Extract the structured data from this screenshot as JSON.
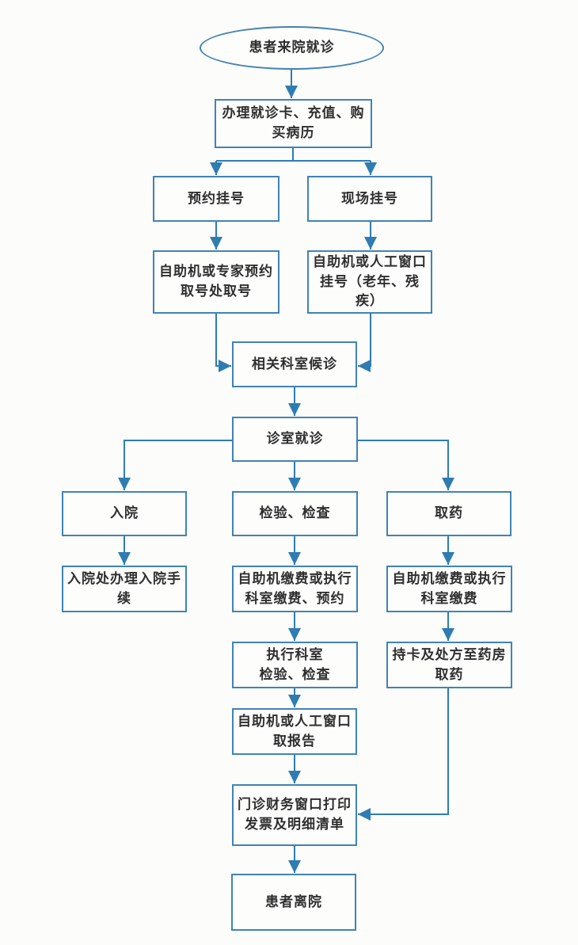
{
  "colors": {
    "connector": "#2f7cb1",
    "node_border": "#4183b3",
    "node_fill": "#fdfdfc",
    "text": "#2f2f2f",
    "background": "#fcfcfb"
  },
  "nodes": {
    "start": {
      "label": "患者来院就诊",
      "shape": "ellipse"
    },
    "register_card": {
      "label": "办理就诊卡、充值、购\n买病历",
      "shape": "rect"
    },
    "appointment_reg": {
      "label": "预约挂号",
      "shape": "rect"
    },
    "onsite_reg": {
      "label": "现场挂号",
      "shape": "rect"
    },
    "appointment_pickup": {
      "label": "自助机或专家预约\n取号处取号",
      "shape": "rect"
    },
    "onsite_window": {
      "label": "自助机或人工窗口\n挂号（老年、残\n疾）",
      "shape": "rect"
    },
    "dept_waiting": {
      "label": "相关科室候诊",
      "shape": "rect"
    },
    "consult": {
      "label": "诊室就诊",
      "shape": "rect"
    },
    "admission": {
      "label": "入院",
      "shape": "rect"
    },
    "tests": {
      "label": "检验、检查",
      "shape": "rect"
    },
    "pharmacy": {
      "label": "取药",
      "shape": "rect"
    },
    "admission_proc": {
      "label": "入院处办理入院手\n续",
      "shape": "rect"
    },
    "pay_tests": {
      "label": "自助机缴费或执行\n科室缴费、预约",
      "shape": "rect"
    },
    "pay_medicine": {
      "label": "自助机缴费或执行\n科室缴费",
      "shape": "rect"
    },
    "exec_dept": {
      "label": "执行科室\n检验、检查",
      "shape": "rect"
    },
    "medicine_pickup": {
      "label": "持卡及处方至药房\n取药",
      "shape": "rect"
    },
    "get_report": {
      "label": "自助机或人工窗口\n取报告",
      "shape": "rect"
    },
    "print_invoice": {
      "label": "门诊财务窗口打印\n发票及明细清单",
      "shape": "rect"
    },
    "leave": {
      "label": "患者离院",
      "shape": "rect"
    }
  },
  "edges": [
    {
      "from": "start",
      "to": "register_card"
    },
    {
      "from": "register_card",
      "to": "appointment_reg"
    },
    {
      "from": "register_card",
      "to": "onsite_reg"
    },
    {
      "from": "appointment_reg",
      "to": "appointment_pickup"
    },
    {
      "from": "onsite_reg",
      "to": "onsite_window"
    },
    {
      "from": "appointment_pickup",
      "to": "dept_waiting"
    },
    {
      "from": "onsite_window",
      "to": "dept_waiting"
    },
    {
      "from": "dept_waiting",
      "to": "consult"
    },
    {
      "from": "consult",
      "to": "admission"
    },
    {
      "from": "consult",
      "to": "tests"
    },
    {
      "from": "consult",
      "to": "pharmacy"
    },
    {
      "from": "admission",
      "to": "admission_proc"
    },
    {
      "from": "tests",
      "to": "pay_tests"
    },
    {
      "from": "pharmacy",
      "to": "pay_medicine"
    },
    {
      "from": "pay_tests",
      "to": "exec_dept"
    },
    {
      "from": "pay_medicine",
      "to": "medicine_pickup"
    },
    {
      "from": "exec_dept",
      "to": "get_report"
    },
    {
      "from": "get_report",
      "to": "print_invoice"
    },
    {
      "from": "medicine_pickup",
      "to": "print_invoice"
    },
    {
      "from": "print_invoice",
      "to": "leave"
    }
  ]
}
